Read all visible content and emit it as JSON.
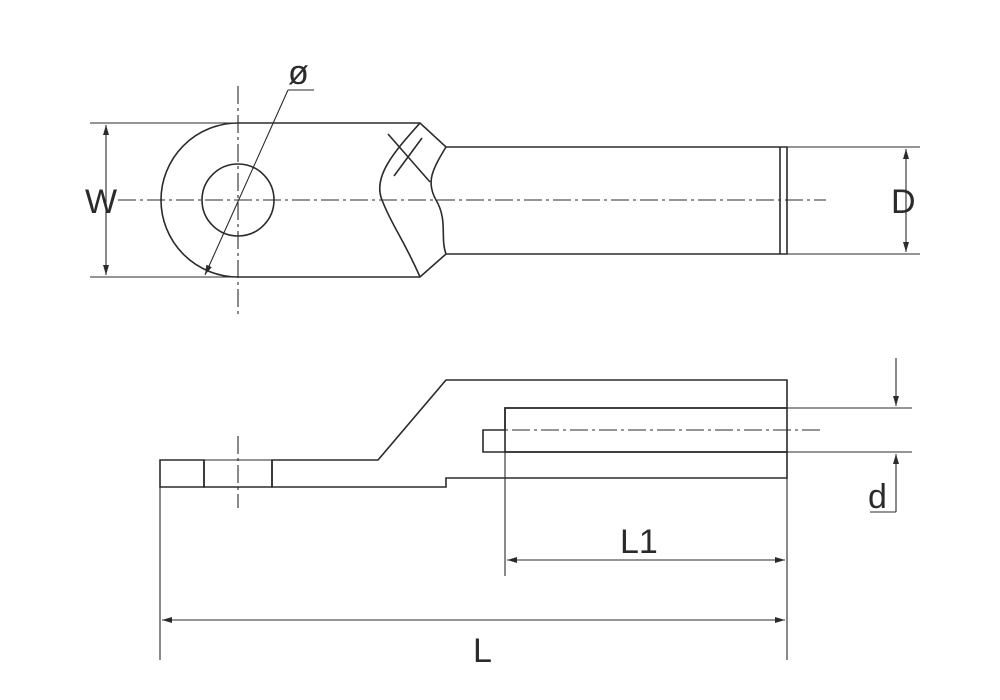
{
  "labels": {
    "diameter": "ø",
    "width": "W",
    "outer_diameter": "D",
    "inner_diameter": "d",
    "barrel_length": "L1",
    "total_length": "L"
  },
  "colors": {
    "line": "#2b2b2b",
    "background": "#ffffff"
  }
}
